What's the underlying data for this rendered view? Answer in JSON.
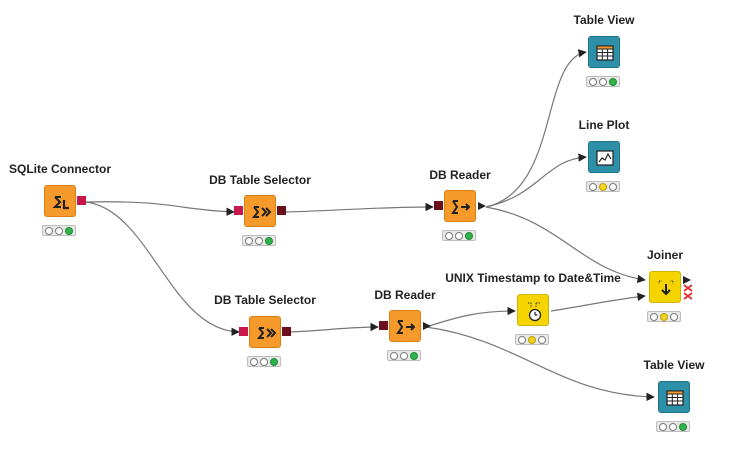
{
  "colors": {
    "executor_orange": "#f79a2c",
    "view_teal": "#2d8fa8",
    "manipulator_yellow": "#f5d400",
    "port_db_connection": "#c8174a",
    "port_db_data": "#6b0f1f",
    "port_table": "#222222",
    "status_green": "#2fb34a",
    "status_yellow": "#f4d21e",
    "error_red": "#e03030"
  },
  "nodes": [
    {
      "id": "sqlite",
      "label": "SQLite Connector",
      "kind": "orange",
      "icon": "database-connector-icon",
      "status": [
        "off",
        "off",
        "green"
      ]
    },
    {
      "id": "dbsel1",
      "label": "DB Table Selector",
      "kind": "orange",
      "icon": "db-table-selector-icon",
      "status": [
        "off",
        "off",
        "green"
      ]
    },
    {
      "id": "dbread1",
      "label": "DB Reader",
      "kind": "orange",
      "icon": "db-reader-icon",
      "status": [
        "off",
        "off",
        "green"
      ]
    },
    {
      "id": "tableview1",
      "label": "Table View",
      "kind": "teal",
      "icon": "table-view-icon",
      "status": [
        "off",
        "off",
        "green"
      ]
    },
    {
      "id": "lineplot",
      "label": "Line Plot",
      "kind": "teal",
      "icon": "line-plot-icon",
      "status": [
        "off",
        "yellow",
        "off"
      ]
    },
    {
      "id": "joiner",
      "label": "Joiner",
      "kind": "yellow",
      "icon": "joiner-icon",
      "status": [
        "off",
        "yellow",
        "off"
      ]
    },
    {
      "id": "dbsel2",
      "label": "DB Table Selector",
      "kind": "orange",
      "icon": "db-table-selector-icon",
      "status": [
        "off",
        "off",
        "green"
      ]
    },
    {
      "id": "dbread2",
      "label": "DB Reader",
      "kind": "orange",
      "icon": "db-reader-icon",
      "status": [
        "off",
        "off",
        "green"
      ]
    },
    {
      "id": "unixts",
      "label": "UNIX Timestamp to Date&Time",
      "kind": "yellow",
      "icon": "timestamp-clock-icon",
      "status": [
        "off",
        "yellow",
        "off"
      ]
    },
    {
      "id": "tableview2",
      "label": "Table View",
      "kind": "teal",
      "icon": "table-view-icon",
      "status": [
        "off",
        "off",
        "green"
      ]
    }
  ],
  "connections": [
    {
      "from": "sqlite",
      "to": "dbsel1"
    },
    {
      "from": "sqlite",
      "to": "dbsel2"
    },
    {
      "from": "dbsel1",
      "to": "dbread1"
    },
    {
      "from": "dbread1",
      "to": "tableview1"
    },
    {
      "from": "dbread1",
      "to": "lineplot"
    },
    {
      "from": "dbread1",
      "to": "joiner"
    },
    {
      "from": "dbsel2",
      "to": "dbread2"
    },
    {
      "from": "dbread2",
      "to": "unixts"
    },
    {
      "from": "dbread2",
      "to": "tableview2"
    },
    {
      "from": "unixts",
      "to": "joiner"
    }
  ]
}
